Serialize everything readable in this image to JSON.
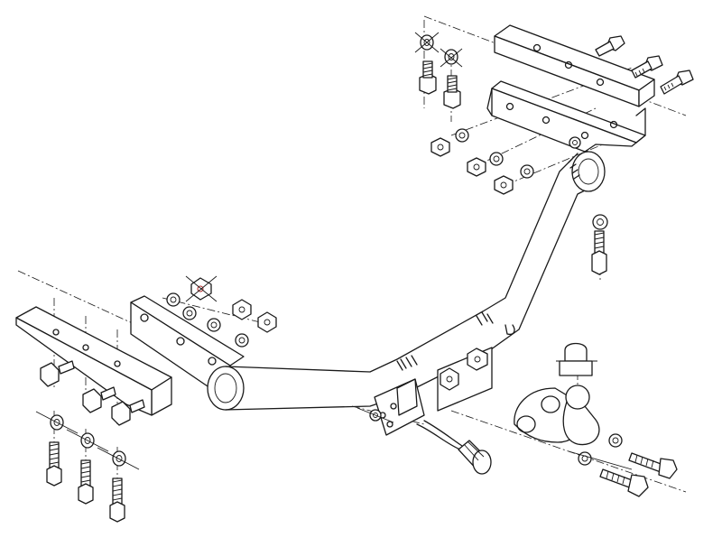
{
  "drawing": {
    "background": "#ffffff",
    "ink": "#1a1a1a",
    "accent": "#b02525",
    "parts": [
      "bumper-bracket-left",
      "bumper-bracket-right",
      "main-tube",
      "tube-end-bracket",
      "tow-ball",
      "ball-cap",
      "socket-plate",
      "electrical-plug",
      "bolts",
      "nuts",
      "washers"
    ]
  }
}
